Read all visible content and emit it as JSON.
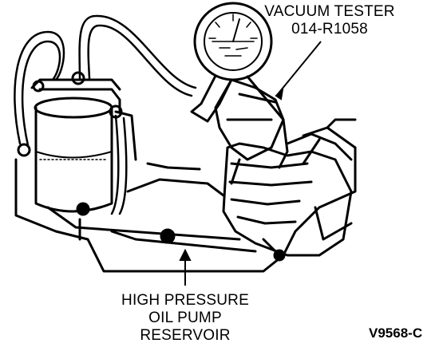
{
  "labels": {
    "vacuum_tester": {
      "line1": "VACUUM TESTER",
      "line2": "014-R1058"
    },
    "reservoir": {
      "line1": "HIGH PRESSURE",
      "line2": "OIL PUMP",
      "line3": "RESERVOIR"
    },
    "figure_id": "V9568-C"
  },
  "colors": {
    "ink": "#000000",
    "paper": "#ffffff"
  }
}
